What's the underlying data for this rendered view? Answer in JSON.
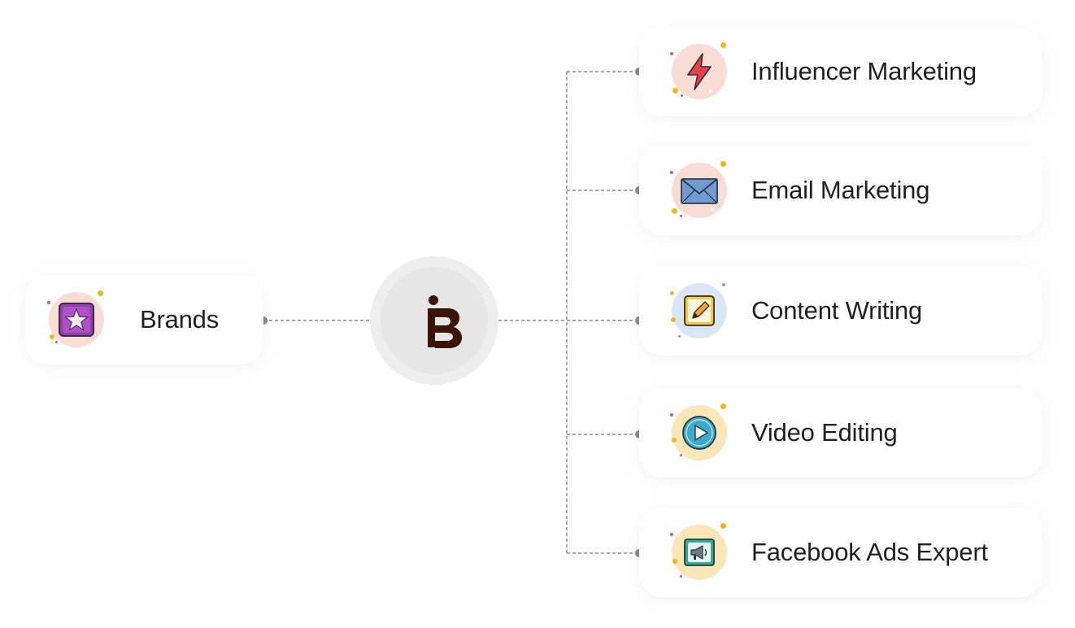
{
  "colors": {
    "connector": "#8a8a8a",
    "logo": "#3b1307",
    "label": "#1f1f1f"
  },
  "source": {
    "label": "Brands",
    "icon": "star-badge-icon",
    "icon_bg": "#f9dcd3"
  },
  "hub": {
    "icon": "ib-logo-icon"
  },
  "services": [
    {
      "label": "Influencer Marketing",
      "icon": "lightning-bolt-icon",
      "icon_bg": "#f9dcd3"
    },
    {
      "label": "Email Marketing",
      "icon": "envelope-icon",
      "icon_bg": "#f9dcd3"
    },
    {
      "label": "Content Writing",
      "icon": "pencil-note-icon",
      "icon_bg": "#d9e6f6"
    },
    {
      "label": "Video Editing",
      "icon": "play-button-icon",
      "icon_bg": "#fbe6b8"
    },
    {
      "label": "Facebook Ads Expert",
      "icon": "megaphone-icon",
      "icon_bg": "#fbe6b8"
    }
  ]
}
